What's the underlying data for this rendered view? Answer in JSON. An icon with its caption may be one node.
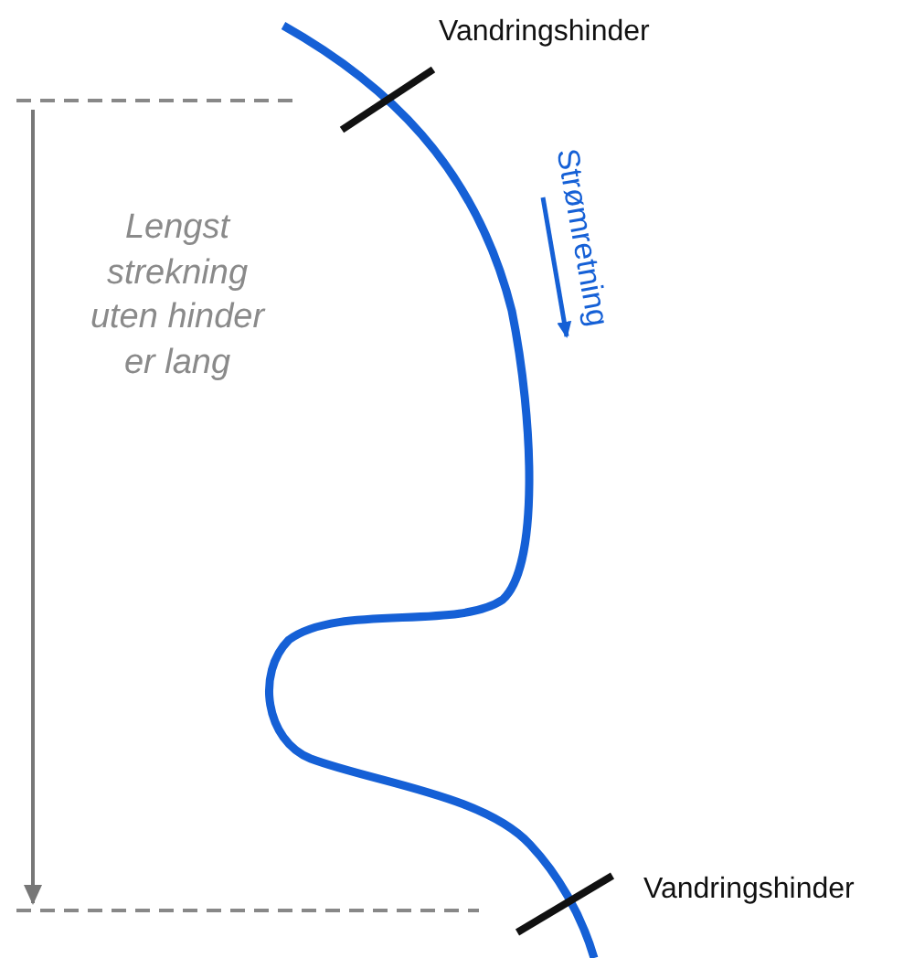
{
  "diagram": {
    "labels": [
      "Vandringshinder",
      "Strømretning",
      "Lengst strekning uten hinder er lang",
      "Vandringshinder"
    ]
  }
}
